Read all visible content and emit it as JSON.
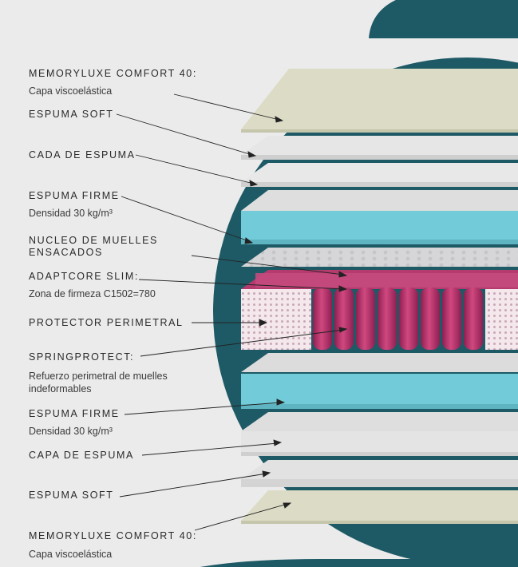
{
  "colors": {
    "background": "#ebebeb",
    "teal": "#1e5a66",
    "memory_foam": "#dcdcc6",
    "soft_foam": "#e4e4e4",
    "firm_foam": "#72cbd9",
    "springs": "#c23a76",
    "perimeter_mesh": "#f3e6ea"
  },
  "labels": [
    {
      "title": "MEMORYLUXE COMFORT 40:",
      "subtitle": "Capa viscoelástica"
    },
    {
      "title": "ESPUMA SOFT"
    },
    {
      "title": "CADA DE ESPUMA"
    },
    {
      "title": "ESPUMA FIRME",
      "subtitle": "Densidad 30 kg/m³"
    },
    {
      "title": "NUCLEO DE MUELLES ENSACADOS"
    },
    {
      "title": "ADAPTCORE SLIM:",
      "subtitle": "Zona de firmeza C1502=780"
    },
    {
      "title": "PROTECTOR PERIMETRAL"
    },
    {
      "title": "SPRINGPROTECT:",
      "subtitle": "Refuerzo perimetral de muelles indeformables"
    },
    {
      "title": "ESPUMA FIRME",
      "subtitle": "Densidad 30 kg/m³"
    },
    {
      "title": "CAPA DE ESPUMA"
    },
    {
      "title": "ESPUMA SOFT"
    },
    {
      "title": "MEMORYLUXE COMFORT 40:",
      "subtitle": "Capa viscoelástica"
    }
  ]
}
